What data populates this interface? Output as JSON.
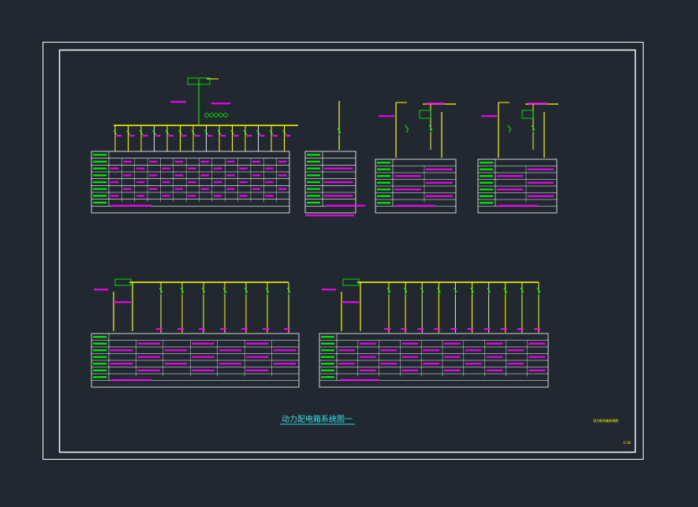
{
  "drawing": {
    "title": "动力配电箱系统图一",
    "stamp_text": "动力配电箱系统图",
    "page_no": "2/10"
  },
  "colors": {
    "background": "#212830",
    "frame": "#ffffff",
    "bus": "#ffff00",
    "breaker": "#00ff00",
    "label": "#ff00ff",
    "table": "#ffffff",
    "title": "#2de0e8"
  },
  "panels": [
    {
      "id": "panel-a",
      "kind": "main",
      "circuits": 14
    },
    {
      "id": "panel-b",
      "kind": "single",
      "circuits": 1
    },
    {
      "id": "panel-c",
      "kind": "small",
      "circuits": 2
    },
    {
      "id": "panel-d",
      "kind": "small",
      "circuits": 2
    },
    {
      "id": "panel-e",
      "kind": "medium",
      "circuits": 7
    },
    {
      "id": "panel-f",
      "kind": "medium",
      "circuits": 10
    }
  ]
}
